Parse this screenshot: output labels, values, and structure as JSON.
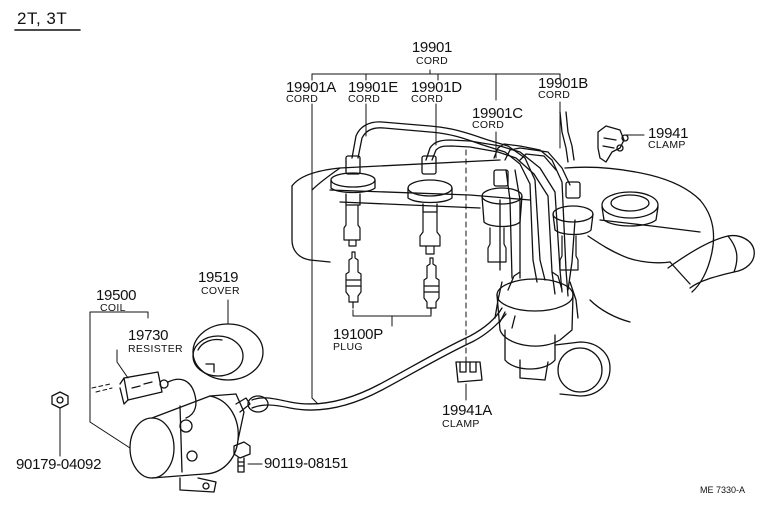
{
  "header": {
    "engine": "2T, 3T"
  },
  "parts": {
    "p19901": {
      "number": "19901",
      "name": "CORD"
    },
    "p19901A": {
      "number": "19901A",
      "name": "CORD"
    },
    "p19901E": {
      "number": "19901E",
      "name": "CORD"
    },
    "p19901D": {
      "number": "19901D",
      "name": "CORD"
    },
    "p19901B": {
      "number": "19901B",
      "name": "CORD"
    },
    "p19901C": {
      "number": "19901C",
      "name": "CORD"
    },
    "p19941": {
      "number": "19941",
      "name": "CLAMP"
    },
    "p19519": {
      "number": "19519",
      "name": "COVER"
    },
    "p19500": {
      "number": "19500",
      "name": "COIL"
    },
    "p19730": {
      "number": "19730",
      "name": "RESISTER"
    },
    "p19100P": {
      "number": "19100P",
      "name": "PLUG"
    },
    "p19941A": {
      "number": "19941A",
      "name": "CLAMP"
    },
    "p90179": {
      "number": "90179-04092"
    },
    "p90119": {
      "number": "90119-08151"
    }
  },
  "footer": {
    "ref": "ME 7330-A"
  },
  "colors": {
    "ink": "#111111",
    "paper": "#ffffff"
  }
}
